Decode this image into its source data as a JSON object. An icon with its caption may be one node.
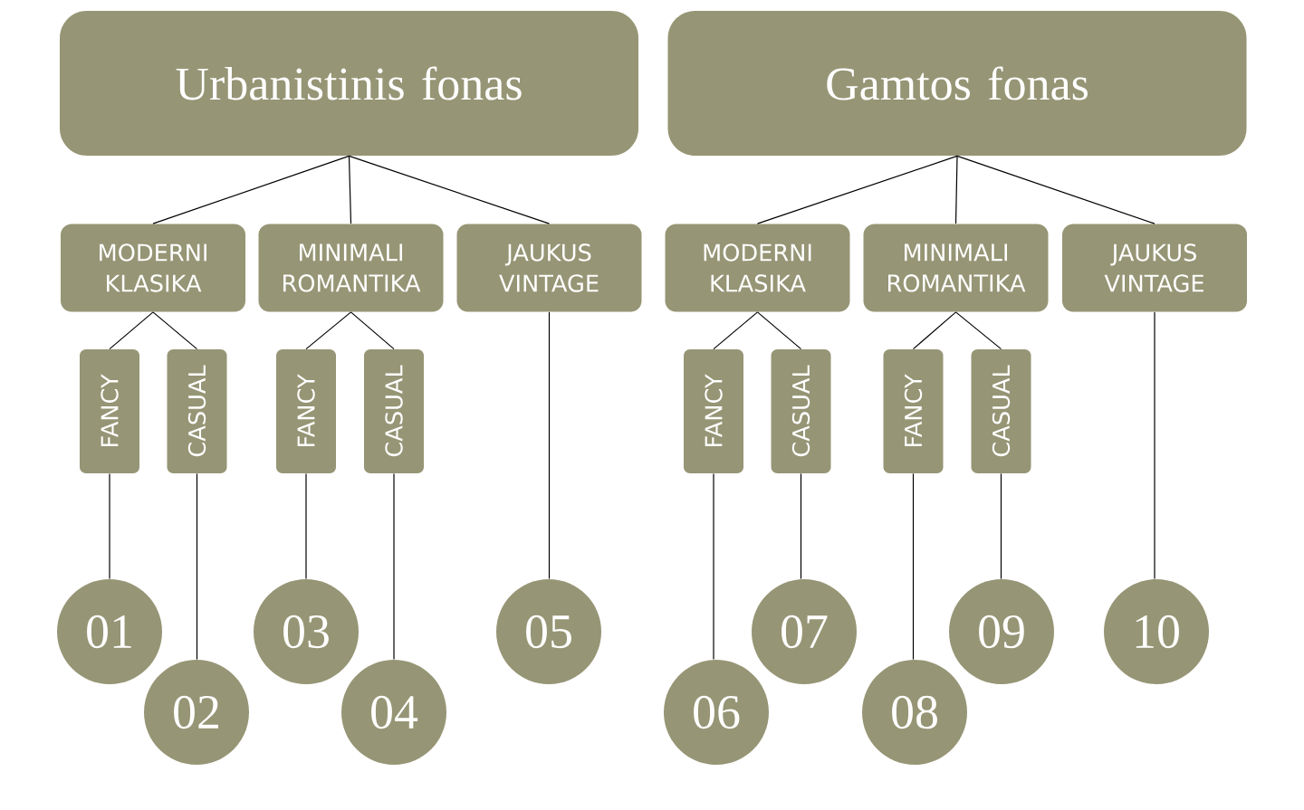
{
  "diagram": {
    "nodes": [
      {
        "text": [
          "Urbanistinis fonas"
        ]
      },
      {
        "text": [
          "Gamtos fonas"
        ]
      },
      {
        "text": [
          "MODERNI KLASIKA"
        ]
      },
      {
        "text": [
          "MINIMALI ROMANTIKA"
        ]
      },
      {
        "text": [
          "JAUKUS VINTAGE"
        ]
      },
      {
        "text": [
          "MODERNI KLASIKA"
        ]
      },
      {
        "text": [
          "MINIMALI ROMANTIKA"
        ]
      },
      {
        "text": [
          "JAUKUS VINTAGE"
        ]
      },
      {
        "text": [
          "FANCY"
        ]
      },
      {
        "text": [
          "CASUAL"
        ]
      },
      {
        "text": [
          "FANCY"
        ]
      },
      {
        "text": [
          "CASUAL"
        ]
      },
      {
        "text": [
          "FANCY"
        ]
      },
      {
        "text": [
          "CASUAL"
        ]
      },
      {
        "text": [
          "FANCY"
        ]
      },
      {
        "text": [
          "CASUAL"
        ]
      },
      {
        "text": [
          "01"
        ]
      },
      {
        "text": [
          "02"
        ]
      },
      {
        "text": [
          "03"
        ]
      },
      {
        "text": [
          "04"
        ]
      },
      {
        "text": [
          "05"
        ]
      },
      {
        "text": [
          "06"
        ]
      },
      {
        "text": [
          "07"
        ]
      },
      {
        "text": [
          "08"
        ]
      },
      {
        "text": [
          "09"
        ]
      },
      {
        "text": [
          "10"
        ]
      }
    ],
    "edges": [
      {
        "from": 0,
        "to": 2,
        "arrow": "none"
      },
      {
        "from": 0,
        "to": 3,
        "arrow": "none"
      },
      {
        "from": 0,
        "to": 4,
        "arrow": "none"
      },
      {
        "from": 1,
        "to": 5,
        "arrow": "none"
      },
      {
        "from": 1,
        "to": 6,
        "arrow": "none"
      },
      {
        "from": 1,
        "to": 7,
        "arrow": "none"
      },
      {
        "from": 2,
        "to": 8,
        "arrow": "none"
      },
      {
        "from": 2,
        "to": 9,
        "arrow": "none"
      },
      {
        "from": 3,
        "to": 10,
        "arrow": "none"
      },
      {
        "from": 3,
        "to": 11,
        "arrow": "none"
      },
      {
        "from": 5,
        "to": 12,
        "arrow": "none"
      },
      {
        "from": 5,
        "to": 13,
        "arrow": "none"
      },
      {
        "from": 6,
        "to": 14,
        "arrow": "none"
      },
      {
        "from": 6,
        "to": 15,
        "arrow": "none"
      },
      {
        "from": 8,
        "to": 16,
        "arrow": "none"
      },
      {
        "from": 9,
        "to": 17,
        "arrow": "none"
      },
      {
        "from": 10,
        "to": 18,
        "arrow": "none"
      },
      {
        "from": 11,
        "to": 19,
        "arrow": "none"
      },
      {
        "from": 4,
        "to": 20,
        "arrow": "none"
      },
      {
        "from": 12,
        "to": 21,
        "arrow": "none"
      },
      {
        "from": 13,
        "to": 22,
        "arrow": "none"
      },
      {
        "from": 14,
        "to": 23,
        "arrow": "none"
      },
      {
        "from": 15,
        "to": 24,
        "arrow": "none"
      },
      {
        "from": 7,
        "to": 25,
        "arrow": "none"
      }
    ]
  }
}
